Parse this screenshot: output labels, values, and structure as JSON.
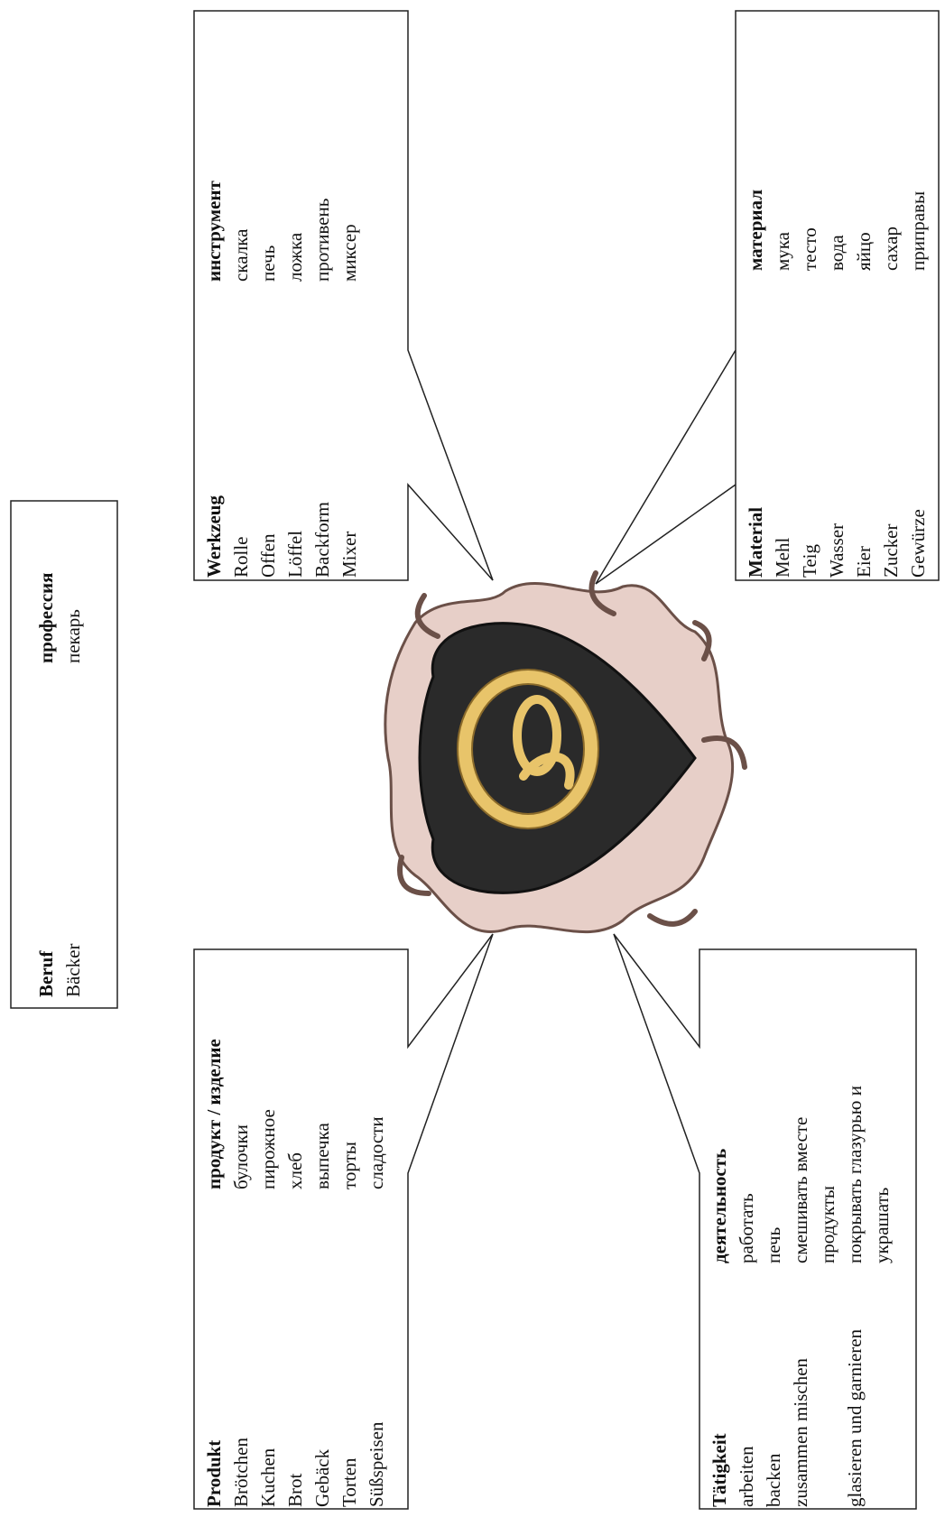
{
  "beruf": {
    "de_title": "Beruf",
    "de_value": "Bäcker",
    "ru_title": "профессия",
    "ru_value": "пекарь"
  },
  "werkzeug": {
    "de_title": "Werkzeug",
    "de_items": [
      "Rolle",
      "Offen",
      "Löffel",
      "Backform",
      "Mixer"
    ],
    "ru_title": "инструмент",
    "ru_items": [
      "скалка",
      "печь",
      "ложка",
      "противень",
      "миксер"
    ]
  },
  "material": {
    "de_title": "Material",
    "de_items": [
      "Mehl",
      "Teig",
      "Wasser",
      "Eier",
      "Zucker",
      "Gewürze"
    ],
    "ru_title": "материал",
    "ru_items": [
      "мука",
      "тесто",
      "вода",
      "яйцо",
      "сахар",
      "приправы"
    ]
  },
  "produkt": {
    "de_title": "Produkt",
    "de_items": [
      "Brötchen",
      "Kuchen",
      "Brot",
      "Gebäck",
      "Torten",
      "Süßspeisen"
    ],
    "ru_title": "продукт / изделие",
    "ru_items": [
      "булочки",
      "пирожное",
      "хлеб",
      "выпечка",
      "торты",
      "сладости"
    ]
  },
  "taetigkeit": {
    "de_title": "Tätigkeit",
    "de_items": [
      "arbeiten",
      "backen",
      "zusammen mischen",
      "",
      "glasieren und garnieren"
    ],
    "ru_title": "деятельность",
    "ru_items": [
      "работать",
      "печь",
      "смешивать вместе",
      "продукты",
      "покрывать глазурью и",
      "украшать"
    ]
  },
  "colors": {
    "line": "#222222",
    "emblem_shield": "#2a2a2a",
    "emblem_border": "#e7cfc8",
    "pretzel": "#e8c46a"
  },
  "icons": [
    "bakery-emblem-icon",
    "pretzel-icon"
  ]
}
